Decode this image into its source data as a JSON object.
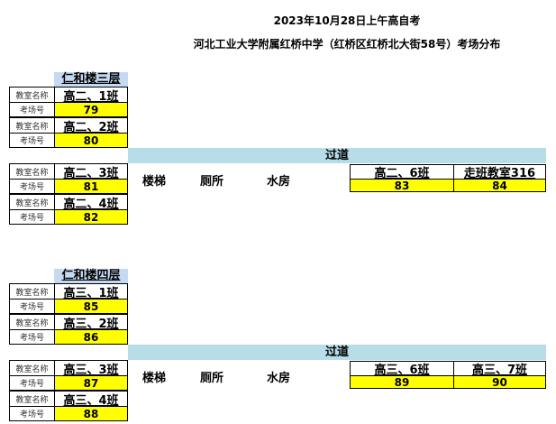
{
  "title": "2023年10月28日上午高自考",
  "subtitle": "河北工业大学附属红桥中学（红桥区红桥北大街58号）考场分布",
  "labels": {
    "room_name": "教室名称",
    "exam_no": "考场号",
    "corridor": "过道",
    "stairs": "楼梯",
    "toilet": "厕所",
    "water": "水房"
  },
  "floors": [
    {
      "name": "仁和楼三层",
      "left": [
        {
          "cls": "高二、1班",
          "no": "79"
        },
        {
          "cls": "高二、2班",
          "no": "80"
        },
        {
          "cls": "高二、3班",
          "no": "81"
        },
        {
          "cls": "高二、4班",
          "no": "82"
        }
      ],
      "right": [
        {
          "cls": "高二、6班",
          "no": "83"
        },
        {
          "cls": "走班教室316",
          "no": "84"
        }
      ]
    },
    {
      "name": "仁和楼四层",
      "left": [
        {
          "cls": "高三、1班",
          "no": "85"
        },
        {
          "cls": "高三、2班",
          "no": "86"
        },
        {
          "cls": "高三、3班",
          "no": "87"
        },
        {
          "cls": "高三、4班",
          "no": "88"
        }
      ],
      "right": [
        {
          "cls": "高三、6班",
          "no": "89"
        },
        {
          "cls": "高三、7班",
          "no": "90"
        }
      ]
    }
  ]
}
